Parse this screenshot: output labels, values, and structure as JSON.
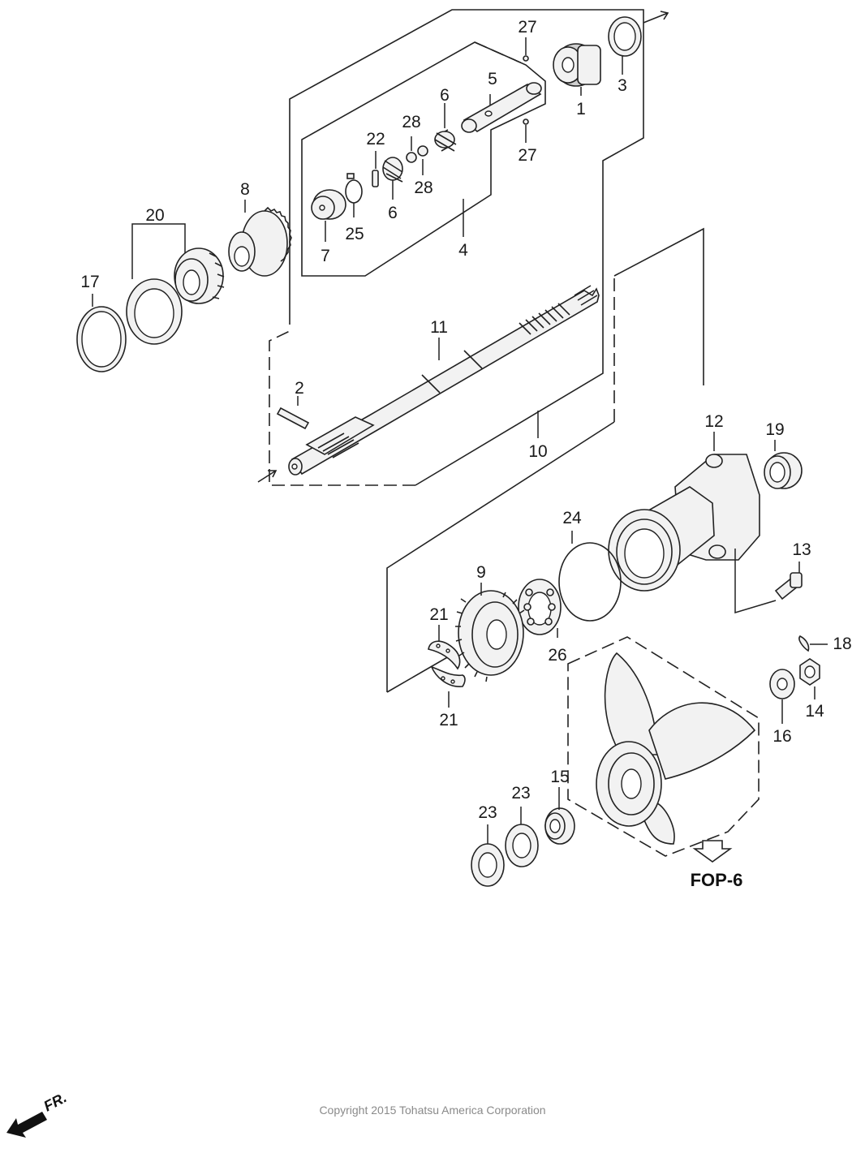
{
  "diagram": {
    "parts": {
      "p1": "1",
      "p2": "2",
      "p3": "3",
      "p4": "4",
      "p5": "5",
      "p6a": "6",
      "p6b": "6",
      "p7": "7",
      "p8": "8",
      "p9": "9",
      "p10": "10",
      "p11": "11",
      "p12": "12",
      "p13": "13",
      "p14": "14",
      "p15": "15",
      "p16": "16",
      "p17": "17",
      "p18": "18",
      "p19": "19",
      "p20": "20",
      "p21a": "21",
      "p21b": "21",
      "p22": "22",
      "p23a": "23",
      "p23b": "23",
      "p24": "24",
      "p25": "25",
      "p26": "26",
      "p27a": "27",
      "p27b": "27",
      "p28a": "28",
      "p28b": "28"
    },
    "reference_label": "FOP-6",
    "front_label": "FR."
  },
  "footer": {
    "copyright": "Copyright 2015 Tohatsu America Corporation"
  }
}
